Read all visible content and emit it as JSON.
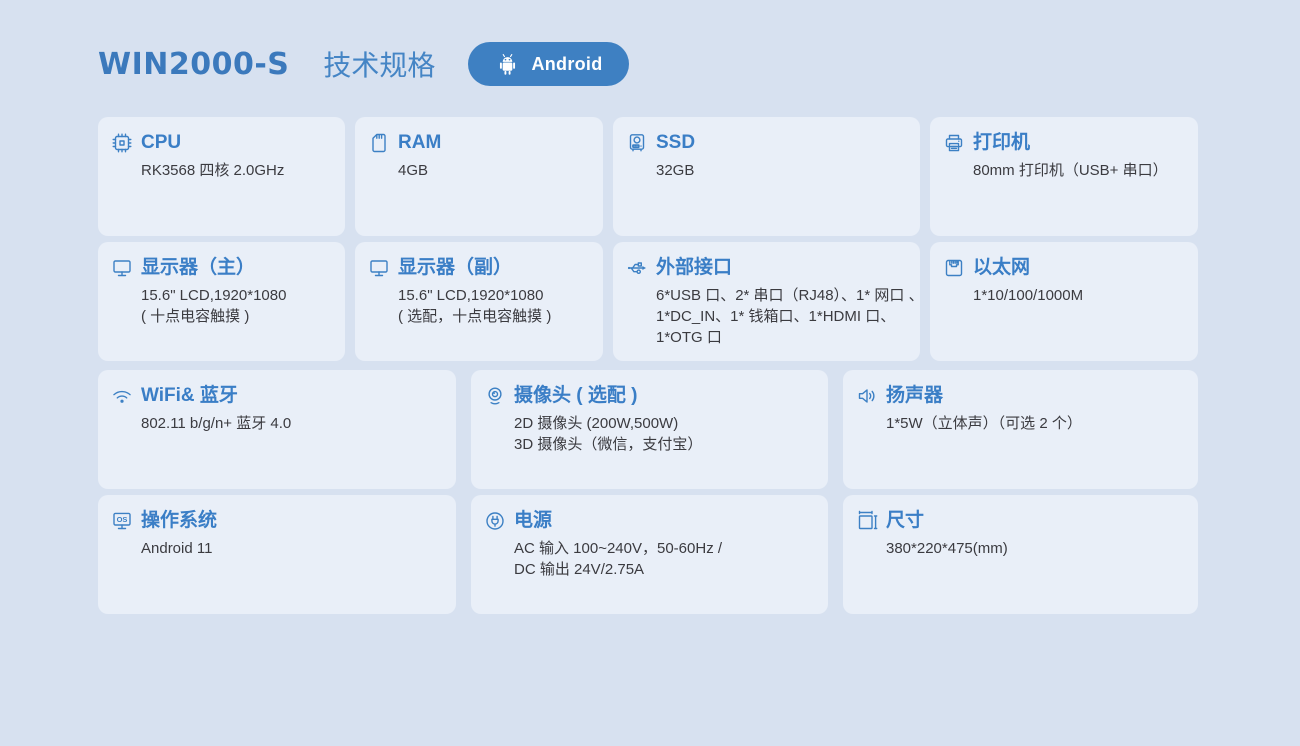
{
  "header": {
    "product": "WIN2000-S",
    "subtitle": "技术规格",
    "badge": {
      "label": "Android",
      "icon": "android-icon"
    }
  },
  "colors": {
    "page_bg": "#d7e1f0",
    "card_bg": "#e9eff8",
    "accent_blue": "#3a7ec6",
    "badge_bg": "#3e80c2",
    "body_text": "#3b3b40"
  },
  "cards_top": [
    {
      "icon": "cpu-icon",
      "title": "CPU",
      "lines": [
        "RK3568 四核  2.0GHz"
      ]
    },
    {
      "icon": "ram-icon",
      "title": "RAM",
      "lines": [
        "4GB"
      ]
    },
    {
      "icon": "ssd-icon",
      "title": "SSD",
      "lines": [
        "32GB"
      ]
    },
    {
      "icon": "printer-icon",
      "title": "打印机",
      "lines": [
        "80mm 打印机（USB+ 串口）"
      ]
    },
    {
      "icon": "monitor-icon",
      "title": "显示器（主）",
      "lines": [
        "15.6\" LCD,1920*1080",
        "( 十点电容触摸 )"
      ]
    },
    {
      "icon": "monitor2-icon",
      "title": "显示器（副）",
      "lines": [
        "15.6\" LCD,1920*1080",
        "( 选配，十点电容触摸 )"
      ]
    },
    {
      "icon": "usb-icon",
      "title": "外部接口",
      "lines": [
        "6*USB 口、2* 串口（RJ48）、1* 网口 、",
        "1*DC_IN、1* 钱箱口、1*HDMI 口、",
        "1*OTG 口"
      ]
    },
    {
      "icon": "ethernet-icon",
      "title": "以太网",
      "lines": [
        "1*10/100/1000M"
      ]
    }
  ],
  "cards_bottom": [
    {
      "icon": "wifi-icon",
      "title": "WiFi& 蓝牙",
      "lines": [
        "802.11 b/g/n+ 蓝牙 4.0"
      ]
    },
    {
      "icon": "camera-icon",
      "title": "摄像头 ( 选配 )",
      "lines": [
        "2D 摄像头 (200W,500W)",
        "3D 摄像头（微信，支付宝）"
      ]
    },
    {
      "icon": "speaker-icon",
      "title": "扬声器",
      "lines": [
        "1*5W（立体声）（可选 2 个）"
      ]
    },
    {
      "icon": "os-icon",
      "title": "操作系统",
      "lines": [
        "Android 11"
      ]
    },
    {
      "icon": "power-icon",
      "title": "电源",
      "lines": [
        "AC 输入 100~240V，50-60Hz /",
        "DC 输出 24V/2.75A"
      ]
    },
    {
      "icon": "size-icon",
      "title": "尺寸",
      "lines": [
        "380*220*475(mm)"
      ]
    }
  ]
}
